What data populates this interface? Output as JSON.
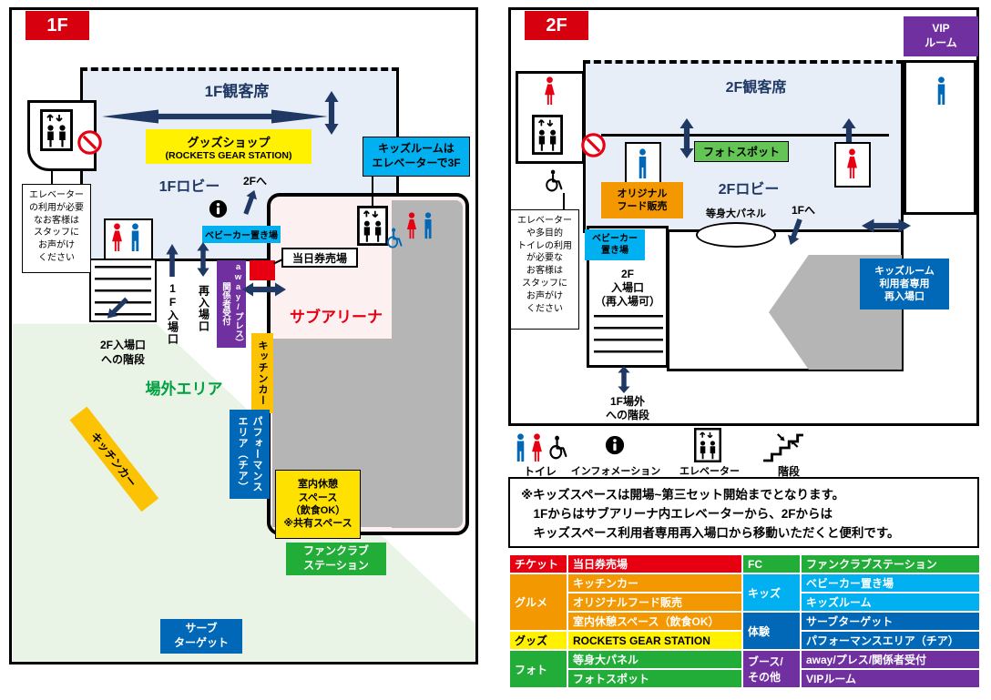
{
  "floor1": {
    "title": "1F",
    "spectator": "1F観客席",
    "goods_shop_line1": "グッズショップ",
    "goods_shop_line2": "(ROCKETS GEAR STATION)",
    "lobby": "1Fロビー",
    "to_2f": "2Fへ",
    "kids_room_note": "キッズルームは\nエレベーターで3F",
    "elevator_note": "エレベーター\nの利用が必要\nなお客様は\nスタッフに\nお声がけ\nください",
    "stroller": "ベビーカー置き場",
    "ticket_booth": "当日券売場",
    "away_press": "away/プレス）\n関係者受付",
    "sub_arena": "サブアリーナ",
    "reentry_gate": "再入場口",
    "entrance": "1F入場口",
    "stairs_to_2f": "2F入場口\nへの階段",
    "outside_area": "場外エリア",
    "kitchen_car_diagonal": "キッチンカー",
    "kitchen_car_vertical": "キッチンカー",
    "performance_area": "パフォーマンス\nエリア（チア）",
    "rest_space": "室内休憩\nスペース\n（飲食OK）\n※共有スペース",
    "fanclub_station": "ファンクラブ\nステーション",
    "serve_target": "サーブ\nターゲット"
  },
  "floor2": {
    "title": "2F",
    "vip_room": "VIP\nルーム",
    "spectator": "2F観客席",
    "photo_spot": "フォトスポット",
    "original_food": "オリジナル\nフード販売",
    "lobby": "2Fロビー",
    "life_size_panel": "等身大パネル",
    "to_1f": "1Fへ",
    "stroller": "ベビーカー\n置き場",
    "entrance": "2F\n入場口\n（再入場可）",
    "stairs_to_1f": "1F場外\nへの階段",
    "kids_reentry": "キッズルーム\n利用者専用\n再入場口",
    "elevator_note": "エレベーター\nや多目的\nトイレの利用\nが必要な\nお客様は\nスタッフに\nお声がけ\nください"
  },
  "legend": {
    "toilet": "トイレ",
    "information": "インフォメーション",
    "elevator": "エレベーター",
    "stairs": "階段"
  },
  "notice": {
    "lines": [
      "※キッズスペースは開場~第三セット開始までとなります。",
      "　1Fからはサブアリーナ内エレベーターから、2Fからは",
      "　キッズスペース利用者専用再入場口から移動いただくと便利です。"
    ]
  },
  "category_table": {
    "ticket_label": "チケット",
    "ticket_value": "当日券売場",
    "fc_label": "FC",
    "fc_value": "ファンクラブステーション",
    "gourmet_label": "グルメ",
    "gourmet_values": [
      "キッチンカー",
      "オリジナルフード販売",
      "室内休憩スペース（飲食OK）"
    ],
    "kids_label": "キッズ",
    "kids_values": [
      "ベビーカー置き場",
      "キッズルーム"
    ],
    "taiken_label": "体験",
    "taiken_values": [
      "サーブターゲット",
      "パフォーマンスエリア（チア）"
    ],
    "goods_label": "グッズ",
    "goods_value": "ROCKETS GEAR STATION",
    "photo_label": "フォト",
    "photo_values": [
      "等身大パネル",
      "フォトスポット"
    ],
    "booth_label": "ブース/\nその他",
    "booth_values": [
      "away/プレス/関係者受付",
      "VIPルーム"
    ]
  },
  "icons": {
    "man": "man-figure",
    "woman": "woman-figure",
    "wheelchair": "wheelchair-symbol",
    "information": "info-circle",
    "elevator": "elevator-box",
    "stairs": "stairs-steps",
    "no_entry": "no-entry-sign",
    "arrow": "navy-direction-arrow"
  },
  "colors": {
    "red": "#e60012",
    "title_red": "#d7000f",
    "orange": "#f39800",
    "yellow": "#fff100",
    "gold": "#fbc303",
    "green": "#22ac38",
    "light_green": "#62c554",
    "cyan": "#00b0f0",
    "blue": "#0068b7",
    "purple": "#7030a0",
    "navy_arrow": "#203864",
    "navy_text": "#1f3864",
    "gray": "#b5b5b5",
    "lobby_bg": "#e8eef7",
    "subarena_bg": "#fcf0f0",
    "outside_bg": "#e9f4e7"
  }
}
